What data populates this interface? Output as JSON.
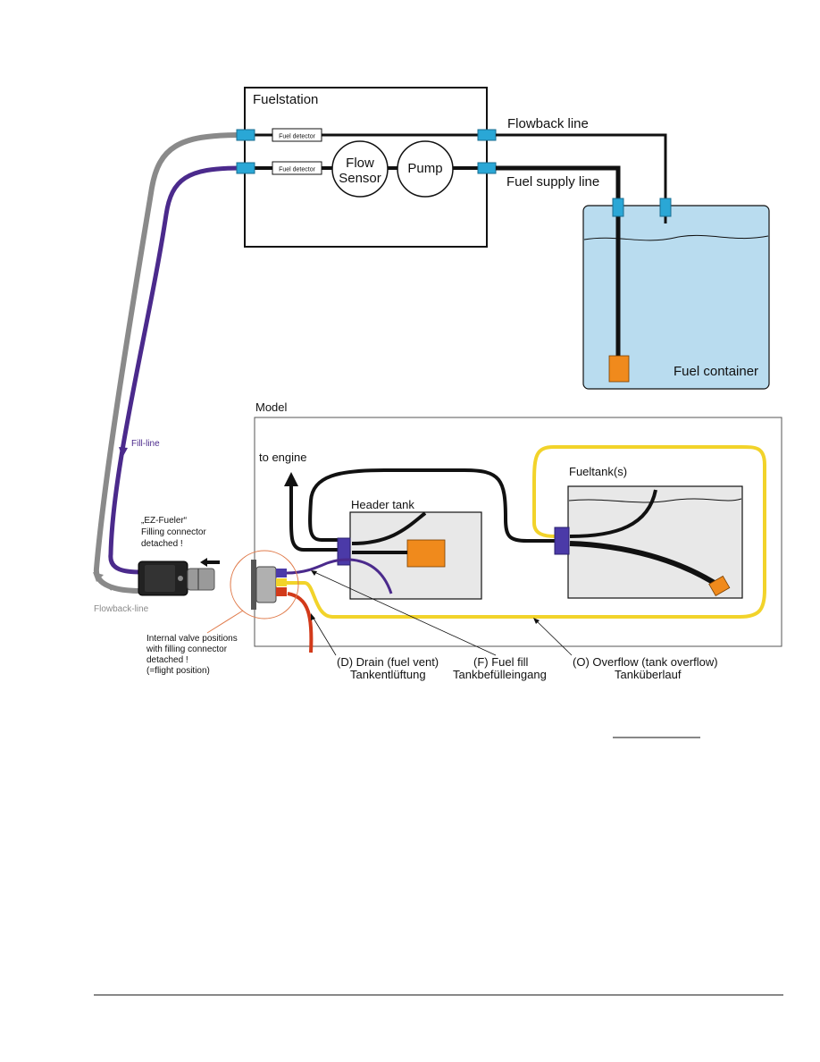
{
  "fuelstation": {
    "title": "Fuelstation",
    "detector_1": "Fuel detector",
    "detector_2": "Fuel detector",
    "flow_sensor_line1": "Flow",
    "flow_sensor_line2": "Sensor",
    "pump": "Pump"
  },
  "lines": {
    "flowback": "Flowback line",
    "fuel_supply": "Fuel supply line",
    "fill_line": "Fill-line",
    "flowback_line": "Flowback-line"
  },
  "fuel_container": {
    "label": "Fuel container"
  },
  "model": {
    "title": "Model",
    "to_engine": "to engine",
    "header_tank": "Header tank",
    "fueltanks": "Fueltank(s)"
  },
  "ez_fueler": {
    "line1": "„EZ-Fueler“",
    "line2": "Filling connector",
    "line3": "detached !"
  },
  "valve_note": {
    "line1": "Internal valve positions",
    "line2": "with filling connector",
    "line3": "detached !",
    "line4": "(=flight position)"
  },
  "callouts": {
    "drain_line1": "(D) Drain (fuel vent)",
    "drain_line2": "Tankentlüftung",
    "fill_line1": "(F) Fuel fill",
    "fill_line2": "Tankbefülleingang",
    "overflow_line1": "(O) Overflow (tank overflow)",
    "overflow_line2": "Tanküberlauf"
  },
  "colors": {
    "fill_line": "#4b2a8c",
    "flowback_line": "#8a8a8a",
    "connector": "#2aa7d6",
    "fuel_container": "#b9dcef",
    "tank_box": "#e8e8e8",
    "orange_pickup": "#f08a1c",
    "overflow_yellow": "#f2d32a",
    "drain_red": "#d23a1a",
    "fitting_purple": "#4b3aa8"
  }
}
